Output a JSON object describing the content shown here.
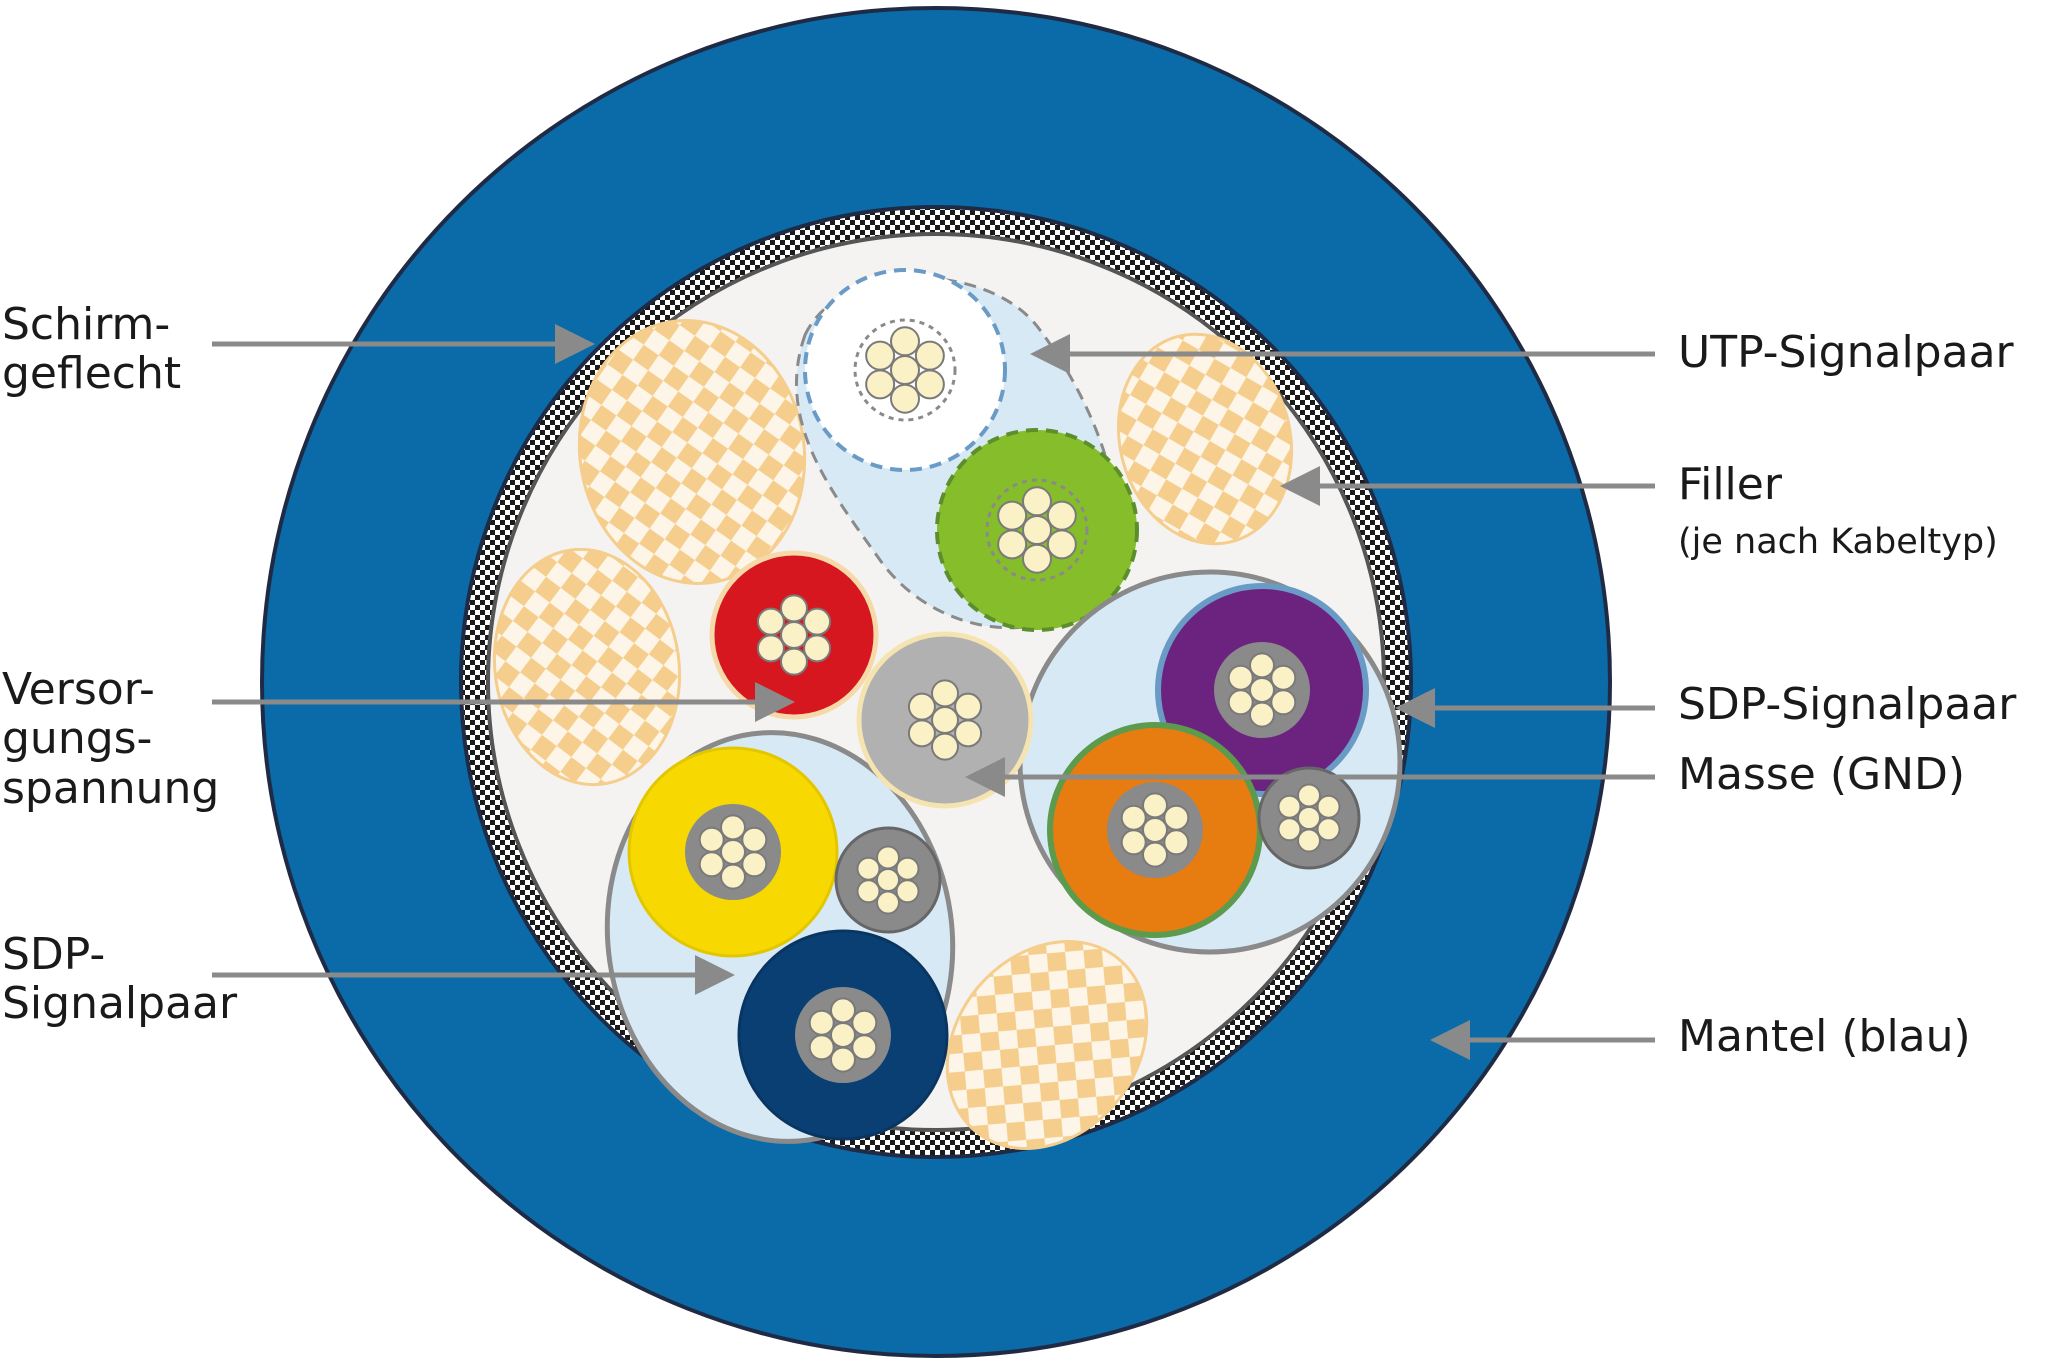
{
  "labels": {
    "schirmgeflecht": [
      "Schirm-",
      "geflecht"
    ],
    "versorgungsspannung": [
      "Versor-",
      "gungs-",
      "spannung"
    ],
    "sdp_signalpaar_left": [
      "SDP-",
      "Signalpaar"
    ],
    "utp_signalpaar": "UTP-Signalpaar",
    "filler": "Filler",
    "filler_note": "(je nach Kabeltyp)",
    "sdp_signalpaar_right": "SDP-Signalpaar",
    "masse": "Masse (GND)",
    "mantel": "Mantel (blau)"
  },
  "colors": {
    "jacket": "#0b6aa8",
    "jacket_outline": "#1f2b44",
    "braid_dark": "#1a1a1a",
    "braid_light": "#ffffff",
    "core_fill": "#f4f3f1",
    "filler": "#f7d9a6",
    "pair_sheath": "#d8e9f6",
    "red": "#d7171f",
    "gray": "#b1b1b1",
    "green": "#86bd2b",
    "white": "#ffffff",
    "purple": "#6b237f",
    "orange": "#e77c10",
    "yellow": "#f7d800",
    "navy": "#0a3f74",
    "strand": "#fbf1c6",
    "strand_bundle": "#8a8a8a",
    "arrow": "#8a8a8a"
  }
}
